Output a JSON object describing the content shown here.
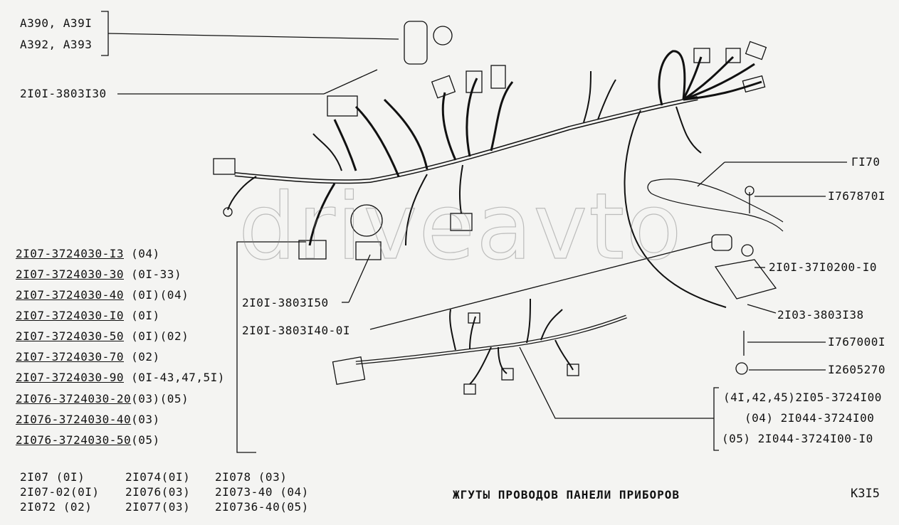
{
  "callouts_left_top": {
    "lamp_line1": "A390, A39I",
    "lamp_line2": "A392, A393",
    "harness_top": "2I0I-3803I30"
  },
  "variants_list": [
    {
      "code": "2I07-3724030-I3",
      "models": "(04)"
    },
    {
      "code": "2I07-3724030-30",
      "models": "(0I-33)"
    },
    {
      "code": "2I07-3724030-40",
      "models": "(0I)(04)"
    },
    {
      "code": "2I07-3724030-I0",
      "models": "(0I)"
    },
    {
      "code": "2I07-3724030-50",
      "models": "(0I)(02)"
    },
    {
      "code": "2I07-3724030-70",
      "models": "(02)"
    },
    {
      "code": "2I07-3724030-90",
      "models": "(0I-43,47,5I)"
    },
    {
      "code": "2I076-3724030-20",
      "models": "(03)(05)"
    },
    {
      "code": "2I076-3724030-40",
      "models": "(03)"
    },
    {
      "code": "2I076-3724030-50",
      "models": "(05)"
    }
  ],
  "callouts_middle": {
    "c150": "2I0I-3803I50",
    "c140": "2I0I-3803I40-0I"
  },
  "callouts_right": {
    "gi70": "ГI70",
    "s1767870": "I767870I",
    "s3710200": "2I0I-37I0200-I0",
    "s3803138": "2I03-3803I38",
    "s1767000": "I767000I",
    "s12605270": "I2605270"
  },
  "right_group": [
    "(4I,42,45)2I05-3724I00",
    "(04)  2I044-3724I00",
    "(05) 2I044-3724I00-I0"
  ],
  "models_table": [
    [
      "2I07    (0I)",
      "2I074(0I)",
      "2I078      (03)"
    ],
    [
      "2I07-02(0I)",
      "2I076(03)",
      "2I073-40 (04)"
    ],
    [
      "2I072   (02)",
      "2I077(03)",
      "2I0736-40(05)"
    ]
  ],
  "title": "ЖГУТЫ  ПРОВОДОВ  ПАНЕЛИ  ПРИБОРОВ",
  "page_code": "К3I5",
  "watermark": "driveavto"
}
